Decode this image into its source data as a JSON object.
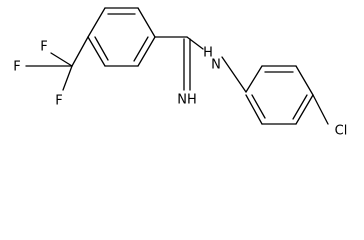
{
  "atoms": {
    "f_top": "F",
    "f_left": "F",
    "f_bottom": "F",
    "imine_nh": "NH",
    "amine_nh": "H",
    "amine_n": "N",
    "chlorine": "Cl"
  },
  "colors": {
    "bond": "#000000",
    "label": "#000000",
    "background": "#ffffff"
  }
}
